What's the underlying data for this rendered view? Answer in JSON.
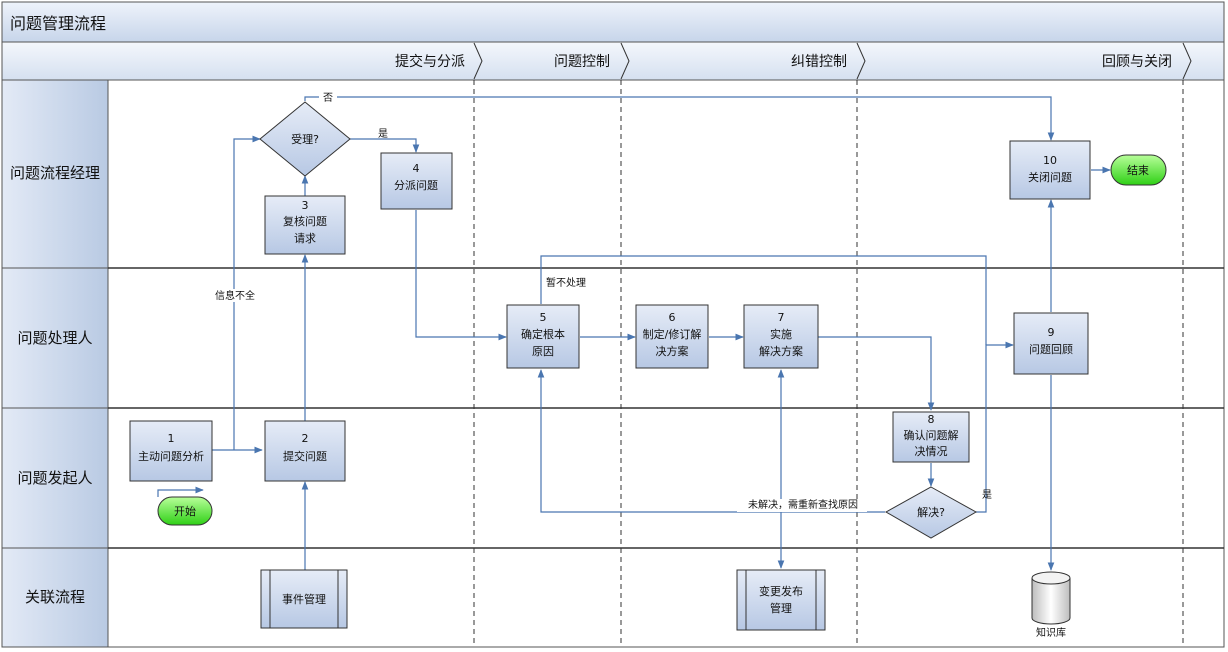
{
  "title": "问题管理流程",
  "phases": [
    "提交与分派",
    "问题控制",
    "纠错控制",
    "回顾与关闭"
  ],
  "lanes": [
    "问题流程经理",
    "问题处理人",
    "问题发起人",
    "关联流程"
  ],
  "nodes": {
    "n1": {
      "num": "1",
      "lines": [
        "主动问题分析"
      ]
    },
    "n2": {
      "num": "2",
      "lines": [
        "提交问题"
      ]
    },
    "n3": {
      "num": "3",
      "lines": [
        "复核问题",
        "请求"
      ]
    },
    "n4": {
      "num": "4",
      "lines": [
        "分派问题"
      ]
    },
    "n5": {
      "num": "5",
      "lines": [
        "确定根本",
        "原因"
      ]
    },
    "n6": {
      "num": "6",
      "lines": [
        "制定/修订解",
        "决方案"
      ]
    },
    "n7": {
      "num": "7",
      "lines": [
        "实施",
        "解决方案"
      ]
    },
    "n8": {
      "num": "8",
      "lines": [
        "确认问题解",
        "决情况"
      ]
    },
    "n9": {
      "num": "9",
      "lines": [
        "问题回顾"
      ]
    },
    "n10": {
      "num": "10",
      "lines": [
        "关闭问题"
      ]
    }
  },
  "decisions": {
    "accept": "受理?",
    "resolved": "解决?"
  },
  "terminators": {
    "start": "开始",
    "end": "结束"
  },
  "subprocesses": {
    "incident": [
      "事件管理"
    ],
    "change": [
      "变更发布",
      "管理"
    ]
  },
  "datastore": "知识库",
  "edge_labels": {
    "no": "否",
    "yes_accept": "是",
    "info_incomplete": "信息不全",
    "not_handle": "暂不处理",
    "unresolved": "未解决，需重新查找原因",
    "yes_resolved": "是"
  }
}
